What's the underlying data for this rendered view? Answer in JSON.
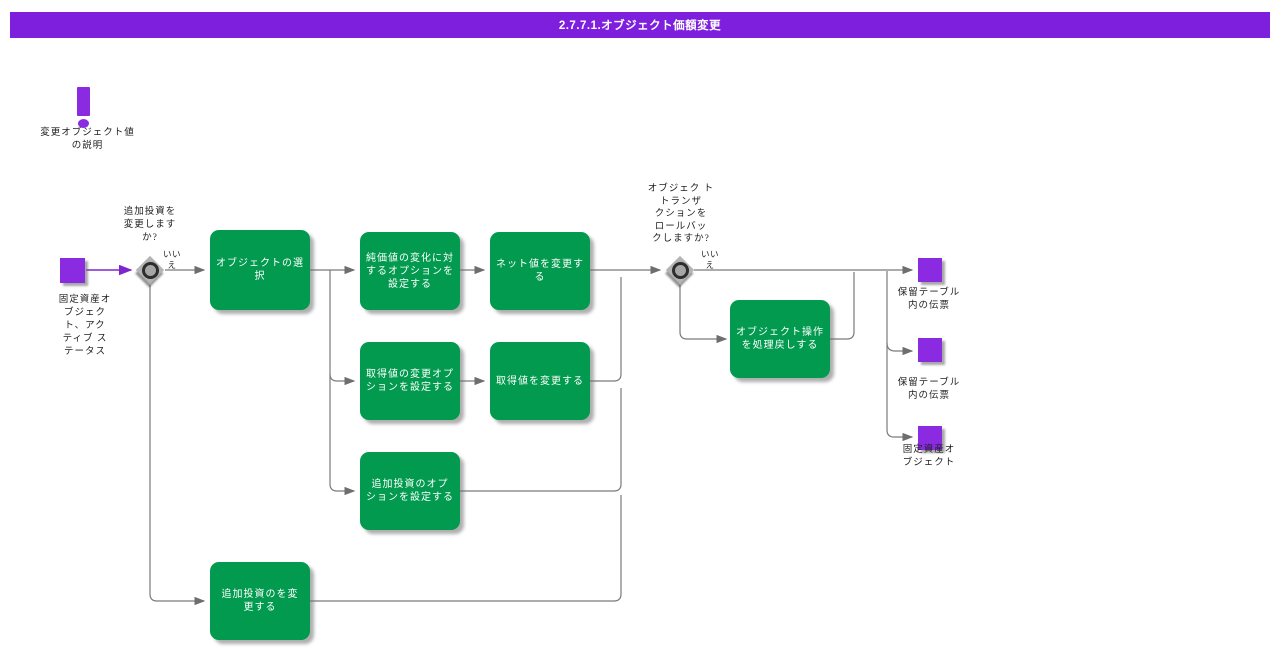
{
  "title": "2.7.7.1.オブジェクト価額変更",
  "colors": {
    "banner": "#7d1fdd",
    "event_purple": "#8a2be2",
    "task_green": "#019a4e",
    "connector_gray": "#7a7a7a",
    "start_arrow_purple": "#7d26cd"
  },
  "note": {
    "label": "変更オブジェクト値\nの説明",
    "icon": "exclamation-icon"
  },
  "nodes": {
    "start_event": {
      "label": "固定資産オ\nブジェク\nト、アク\nティブ ス\nテータス"
    },
    "gateway1": {
      "question": "追加投資を\n変更します\nか?",
      "branch_no": "いい\nえ"
    },
    "task_select_object": {
      "label": "オブジェクトの選\n択"
    },
    "task_net_options": {
      "label": "純価値の変化に対\nするオプションを\n設定する"
    },
    "task_change_net": {
      "label": "ネット値を変更す\nる"
    },
    "task_acq_options": {
      "label": "取得値の変更オプ\nションを設定する"
    },
    "task_change_acq": {
      "label": "取得値を変更する"
    },
    "task_inv_options": {
      "label": "追加投資のオプ\nションを設定する"
    },
    "task_change_inv": {
      "label": "追加投資のを変\n更する"
    },
    "gateway2": {
      "question": "オブジェク ト\nトランザ\nクションを\nロールバッ\nクしますか?",
      "branch_no": "いい\nえ"
    },
    "task_reverse_operation": {
      "label": "オブジェクト操作\nを処理戻しする"
    },
    "end_event_doc1": {
      "label": "保留テーブル\n内の伝票"
    },
    "end_event_doc2": {
      "label": "保留テーブル\n内の伝票"
    },
    "end_event_asset": {
      "label": "固定資産オ\nブジェクト"
    }
  }
}
